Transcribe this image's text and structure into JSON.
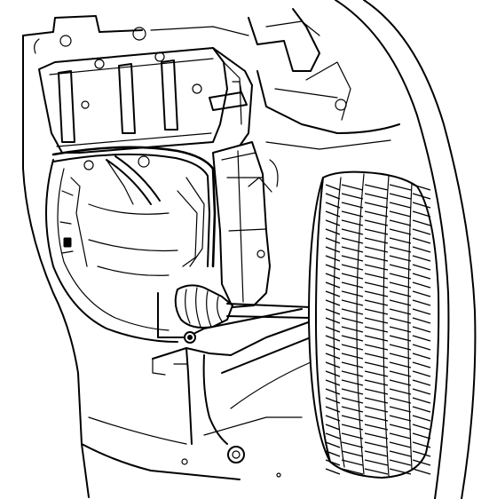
{
  "figure": {
    "background_color": "#ffffff",
    "line_color": "#000000",
    "parts": [
      {
        "id": "underbody",
        "icon": "underbody-panel"
      },
      {
        "id": "splash_shield",
        "icon": "splash-shield"
      },
      {
        "id": "fender_liner",
        "icon": "fender-liner"
      },
      {
        "id": "strut_tower",
        "icon": "strut-tower"
      },
      {
        "id": "hose_bundle",
        "icon": "hose-bundle"
      },
      {
        "id": "drive_axle_boot",
        "icon": "cv-boot"
      },
      {
        "id": "lower_control_arm",
        "icon": "control-arm"
      },
      {
        "id": "tire",
        "icon": "tire"
      },
      {
        "id": "fasteners",
        "icon": "bolt"
      }
    ]
  }
}
